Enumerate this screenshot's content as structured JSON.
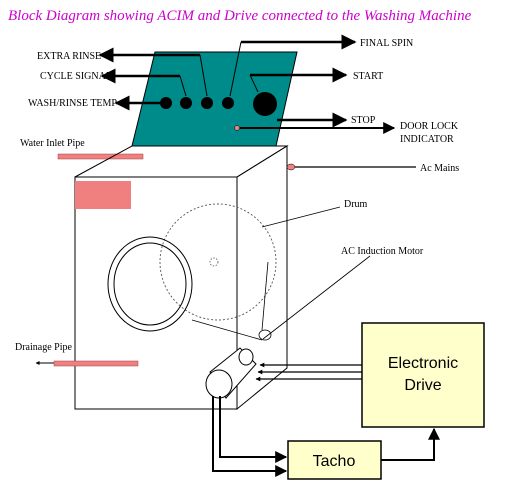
{
  "title": "Block Diagram showing ACIM and Drive connected to the Washing Machine",
  "labels": {
    "extra_rinse": "EXTRA RINSE",
    "cycle_signal": "CYCLE SIGNAL",
    "wash_rinse_temp": "WASH/RINSE TEMP",
    "final_spin": "FINAL SPIN",
    "start": "START",
    "stop": "STOP",
    "door_lock_line1": "DOOR LOCK",
    "door_lock_line2": "INDICATOR",
    "water_inlet": "Water Inlet Pipe",
    "ac_mains": "Ac Mains",
    "drum": "Drum",
    "ac_motor": "AC Induction Motor",
    "drainage": "Drainage Pipe"
  },
  "blocks": {
    "drive_line1": "Electronic",
    "drive_line2": "Drive",
    "tacho": "Tacho"
  },
  "colors": {
    "title": "#cc00cc",
    "panel": "#008b8b",
    "pipe": "#f08080",
    "block_fill": "#ffffcc",
    "line": "#000000"
  }
}
